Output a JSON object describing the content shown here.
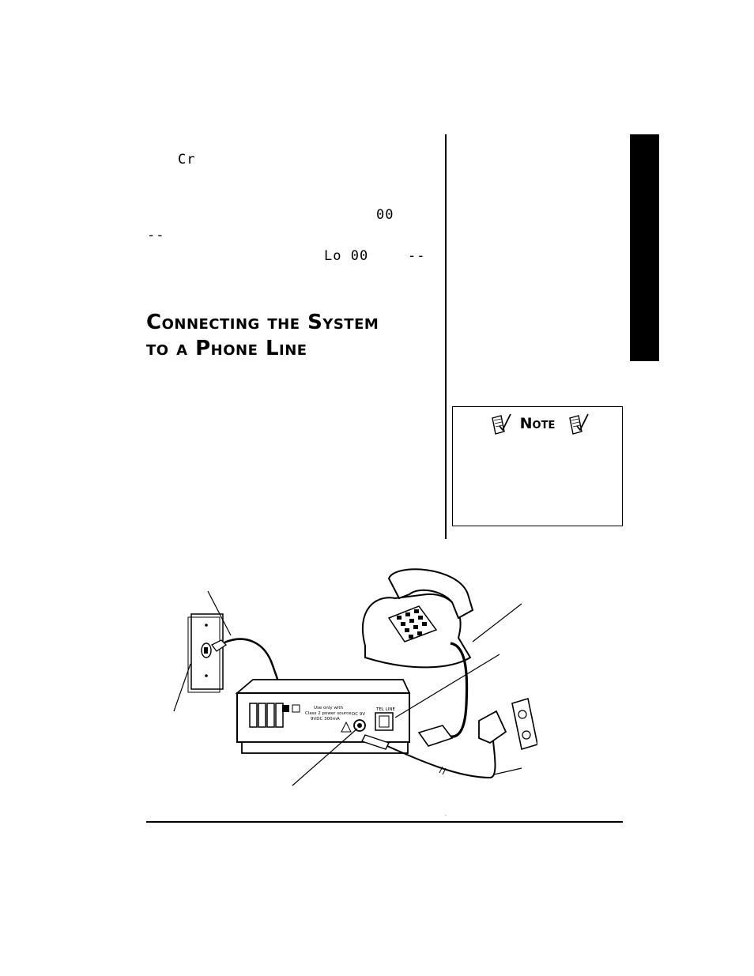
{
  "display_codes": {
    "cr": "Cr",
    "zero_zero": "00",
    "dashes_1": "--",
    "lo_00": "Lo 00",
    "dashes_2": "--"
  },
  "section_heading": {
    "line1": "Connecting the System",
    "line2": "to a Phone Line"
  },
  "note": {
    "title": "Note"
  },
  "diagram": {
    "rear_panel_text_1": "Use only with",
    "rear_panel_text_2": "Class 2 power source",
    "rear_panel_text_3": "9VDC 300mA",
    "dc_label": "DC 9V",
    "tel_line_label": "TEL LINE"
  },
  "footer": {
    "dot": "."
  }
}
